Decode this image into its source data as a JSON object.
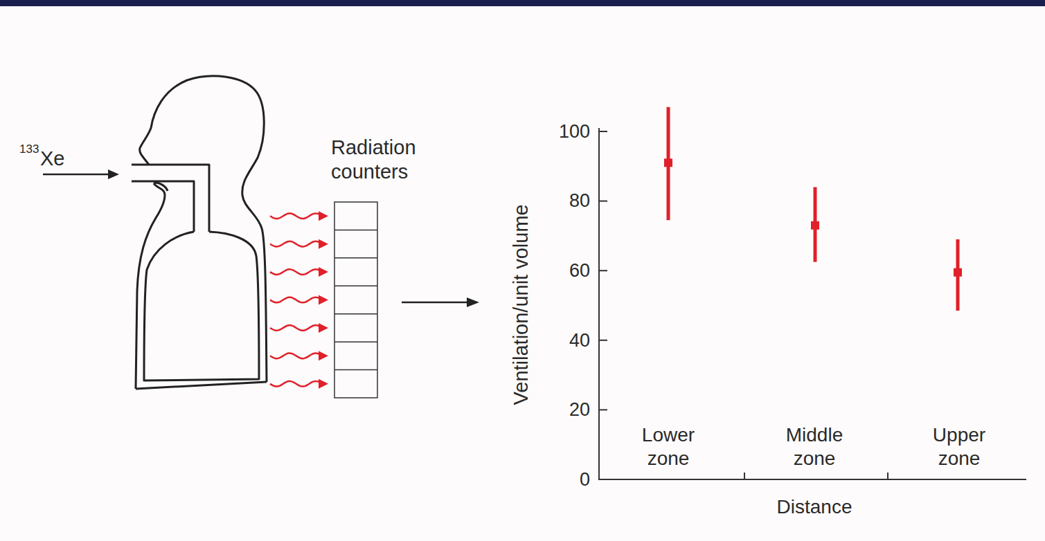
{
  "diagram": {
    "labels": [
      "133",
      "Xe",
      "Radiation counters",
      "100",
      "80",
      "60",
      "40",
      "20",
      "0",
      "Ventilation/unit volume",
      "Lower zone",
      "Middle zone",
      "Upper zone",
      "Distance"
    ]
  }
}
